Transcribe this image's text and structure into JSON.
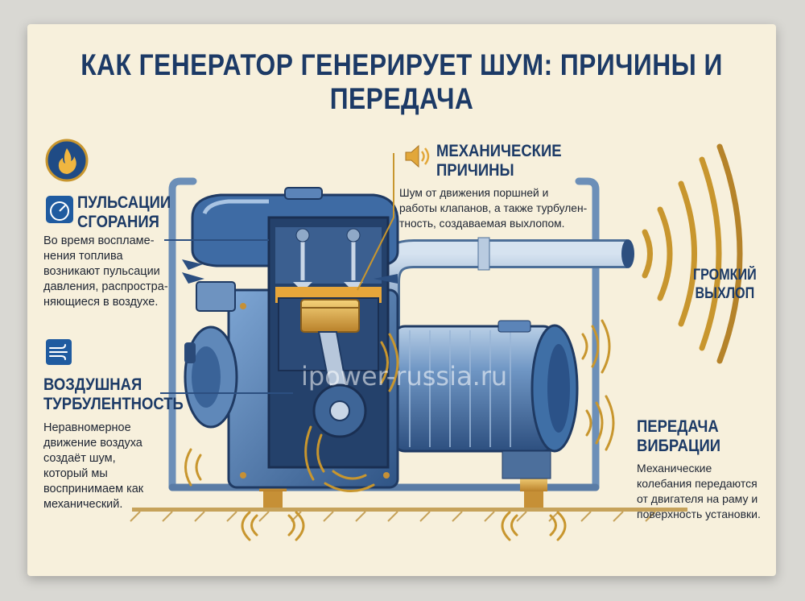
{
  "title": "КАК ГЕНЕРАТОР ГЕНЕРИРУЕТ ШУМ: ПРИЧИНЫ И ПЕРЕДАЧА",
  "combustion": {
    "heading": [
      "ПУЛЬСАЦИИ",
      "СГОРАНИЯ"
    ],
    "text": [
      "Во время воспламе-",
      "нения топлива",
      "возникают пульсации",
      "давления, распростра-",
      "няющиеся в воздухе."
    ]
  },
  "turbulence": {
    "heading": [
      "ВОЗДУШНАЯ",
      "ТУРБУЛЕНТНОСТЬ"
    ],
    "text": [
      "Неравномерное",
      "движение воздуха",
      "создаёт шум,",
      "который мы",
      "воспринимаем как",
      "механический."
    ]
  },
  "mechanical": {
    "heading": [
      "МЕХАНИЧЕСКИЕ",
      "ПРИЧИНЫ"
    ],
    "text": [
      "Шум от движения поршней и",
      "работы клапанов, а также турбулен-",
      "тность, создаваемая выхлопом."
    ]
  },
  "exhaust": {
    "label": [
      "ГРОМКИЙ",
      "ВЫХЛОП"
    ]
  },
  "vibration": {
    "heading": [
      "ПЕРЕДАЧА",
      "ВИБРАЦИИ"
    ],
    "text": [
      "Механические",
      "колебания передаются",
      "от двигателя на раму и",
      "поверхность установки."
    ]
  },
  "watermark": "ipower-russia.ru",
  "colors": {
    "title": "#1c3a66",
    "accent_gold": "#c8962e",
    "engine_blue": "#3f6fa6",
    "background": "#f7f0dc"
  },
  "icons": [
    "flame-icon",
    "gauge-icon",
    "wind-icon",
    "speaker-icon"
  ]
}
